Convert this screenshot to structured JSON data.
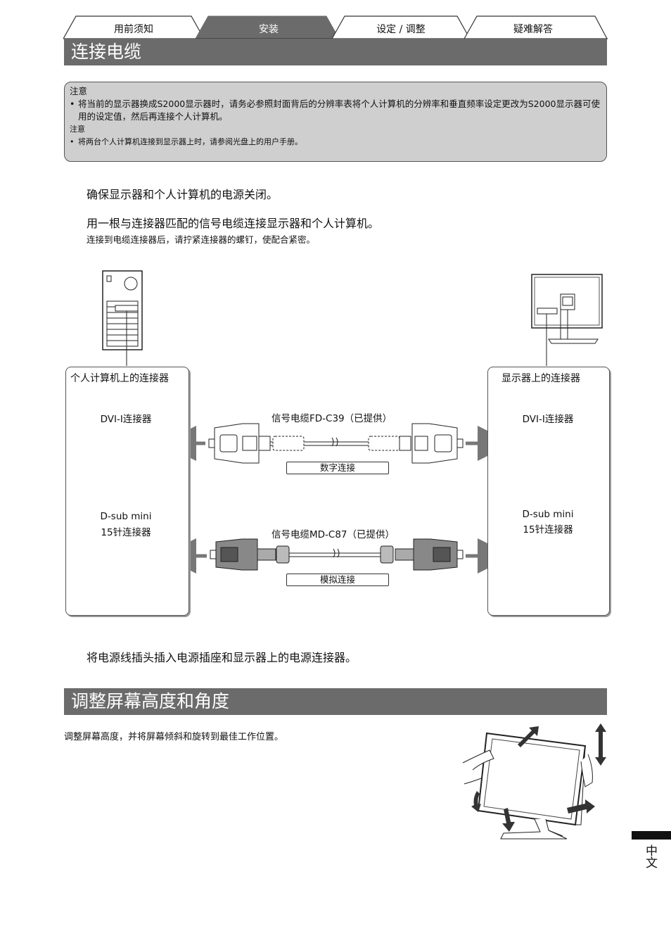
{
  "tabs": [
    {
      "label": "用前须知",
      "active": false
    },
    {
      "label": "安装",
      "active": true
    },
    {
      "label": "设定 / 调整",
      "active": false
    },
    {
      "label": "疑难解答",
      "active": false
    }
  ],
  "section1": {
    "title": "连接电缆"
  },
  "notice": {
    "heading1": "注意",
    "bullet1": "将当前的显示器换成S2000显示器时，请务必参照封面背后的分辨率表将个人计算机的分辨率和垂直频率设定更改为S2000显示器可使用的设定值，然后再连接个人计算机。",
    "heading2": "注意",
    "bullet2": "将两台个人计算机连接到显示器上时，请参阅光盘上的用户手册。"
  },
  "steps": {
    "step1": "确保显示器和个人计算机的电源关闭。",
    "step2": "用一根与连接器匹配的信号电缆连接显示器和个人计算机。",
    "step2_note": "连接到电缆连接器后，请拧紧连接器的螺钉，使配合紧密。",
    "step3": "将电源线插头插入电源插座和显示器上的电源连接器。"
  },
  "diagram": {
    "pc_panel_title": "个人计算机上的连接器",
    "monitor_panel_title": "显示器上的连接器",
    "pc_dvi_label": "DVI-I连接器",
    "pc_dsub_label_line1": "D-sub mini",
    "pc_dsub_label_line2": "15针连接器",
    "mon_dvi_label": "DVI-I连接器",
    "mon_dsub_label_line1": "D-sub mini",
    "mon_dsub_label_line2": "15针连接器",
    "cable1_label": "信号电缆FD-C39（已提供）",
    "cable1_type": "数字连接",
    "cable2_label": "信号电缆MD-C87（已提供）",
    "cable2_type": "模拟连接"
  },
  "section2": {
    "title": "调整屏幕高度和角度",
    "body": "调整屏幕高度，并将屏幕倾斜和旋转到最佳工作位置。"
  },
  "side_tab": {
    "language": "中文"
  }
}
